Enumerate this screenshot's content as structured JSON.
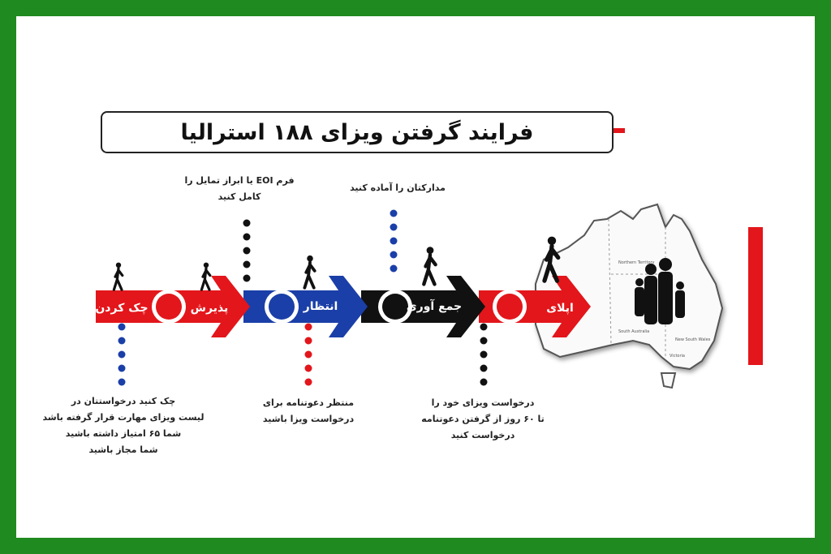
{
  "title": "فرایند گرفتن ویزای ۱۸۸ استرالیا",
  "steps": [
    {
      "label": "چک کردن",
      "color": "#e3161b"
    },
    {
      "label": "پذیرش",
      "color": "#e3161b"
    },
    {
      "label": "انتظار",
      "color": "#1b3fa8"
    },
    {
      "label": "جمع آوری",
      "color": "#111111"
    },
    {
      "label": "اپلای",
      "color": "#e3161b"
    }
  ],
  "notes": {
    "eoi": [
      "فرم EOI یا ابراز تمایل را",
      "کامل کنید"
    ],
    "documents": [
      "مدارکتان را آماده کنید"
    ],
    "check": [
      "چک کنید درخواستتان در",
      "لیست ویزای مهارت قرار گرفته باشد",
      "شما ۶۵ امتیاز داشته باشید",
      "شما مجاز باشید"
    ],
    "wait": [
      "منتظر دعوتنامه برای",
      "درخواست ویزا باشید"
    ],
    "apply": [
      "درخواست ویزای خود را",
      "تا ۶۰ روز از گرفتن دعوتنامه",
      "درخواست کنید"
    ]
  },
  "map_labels": [
    "Northern Territory",
    "South Australia",
    "New South Wales",
    "Victoria"
  ],
  "colors": {
    "frame": "#1f8a1f",
    "red": "#e3161b",
    "blue": "#1b3fa8",
    "black": "#111111"
  }
}
